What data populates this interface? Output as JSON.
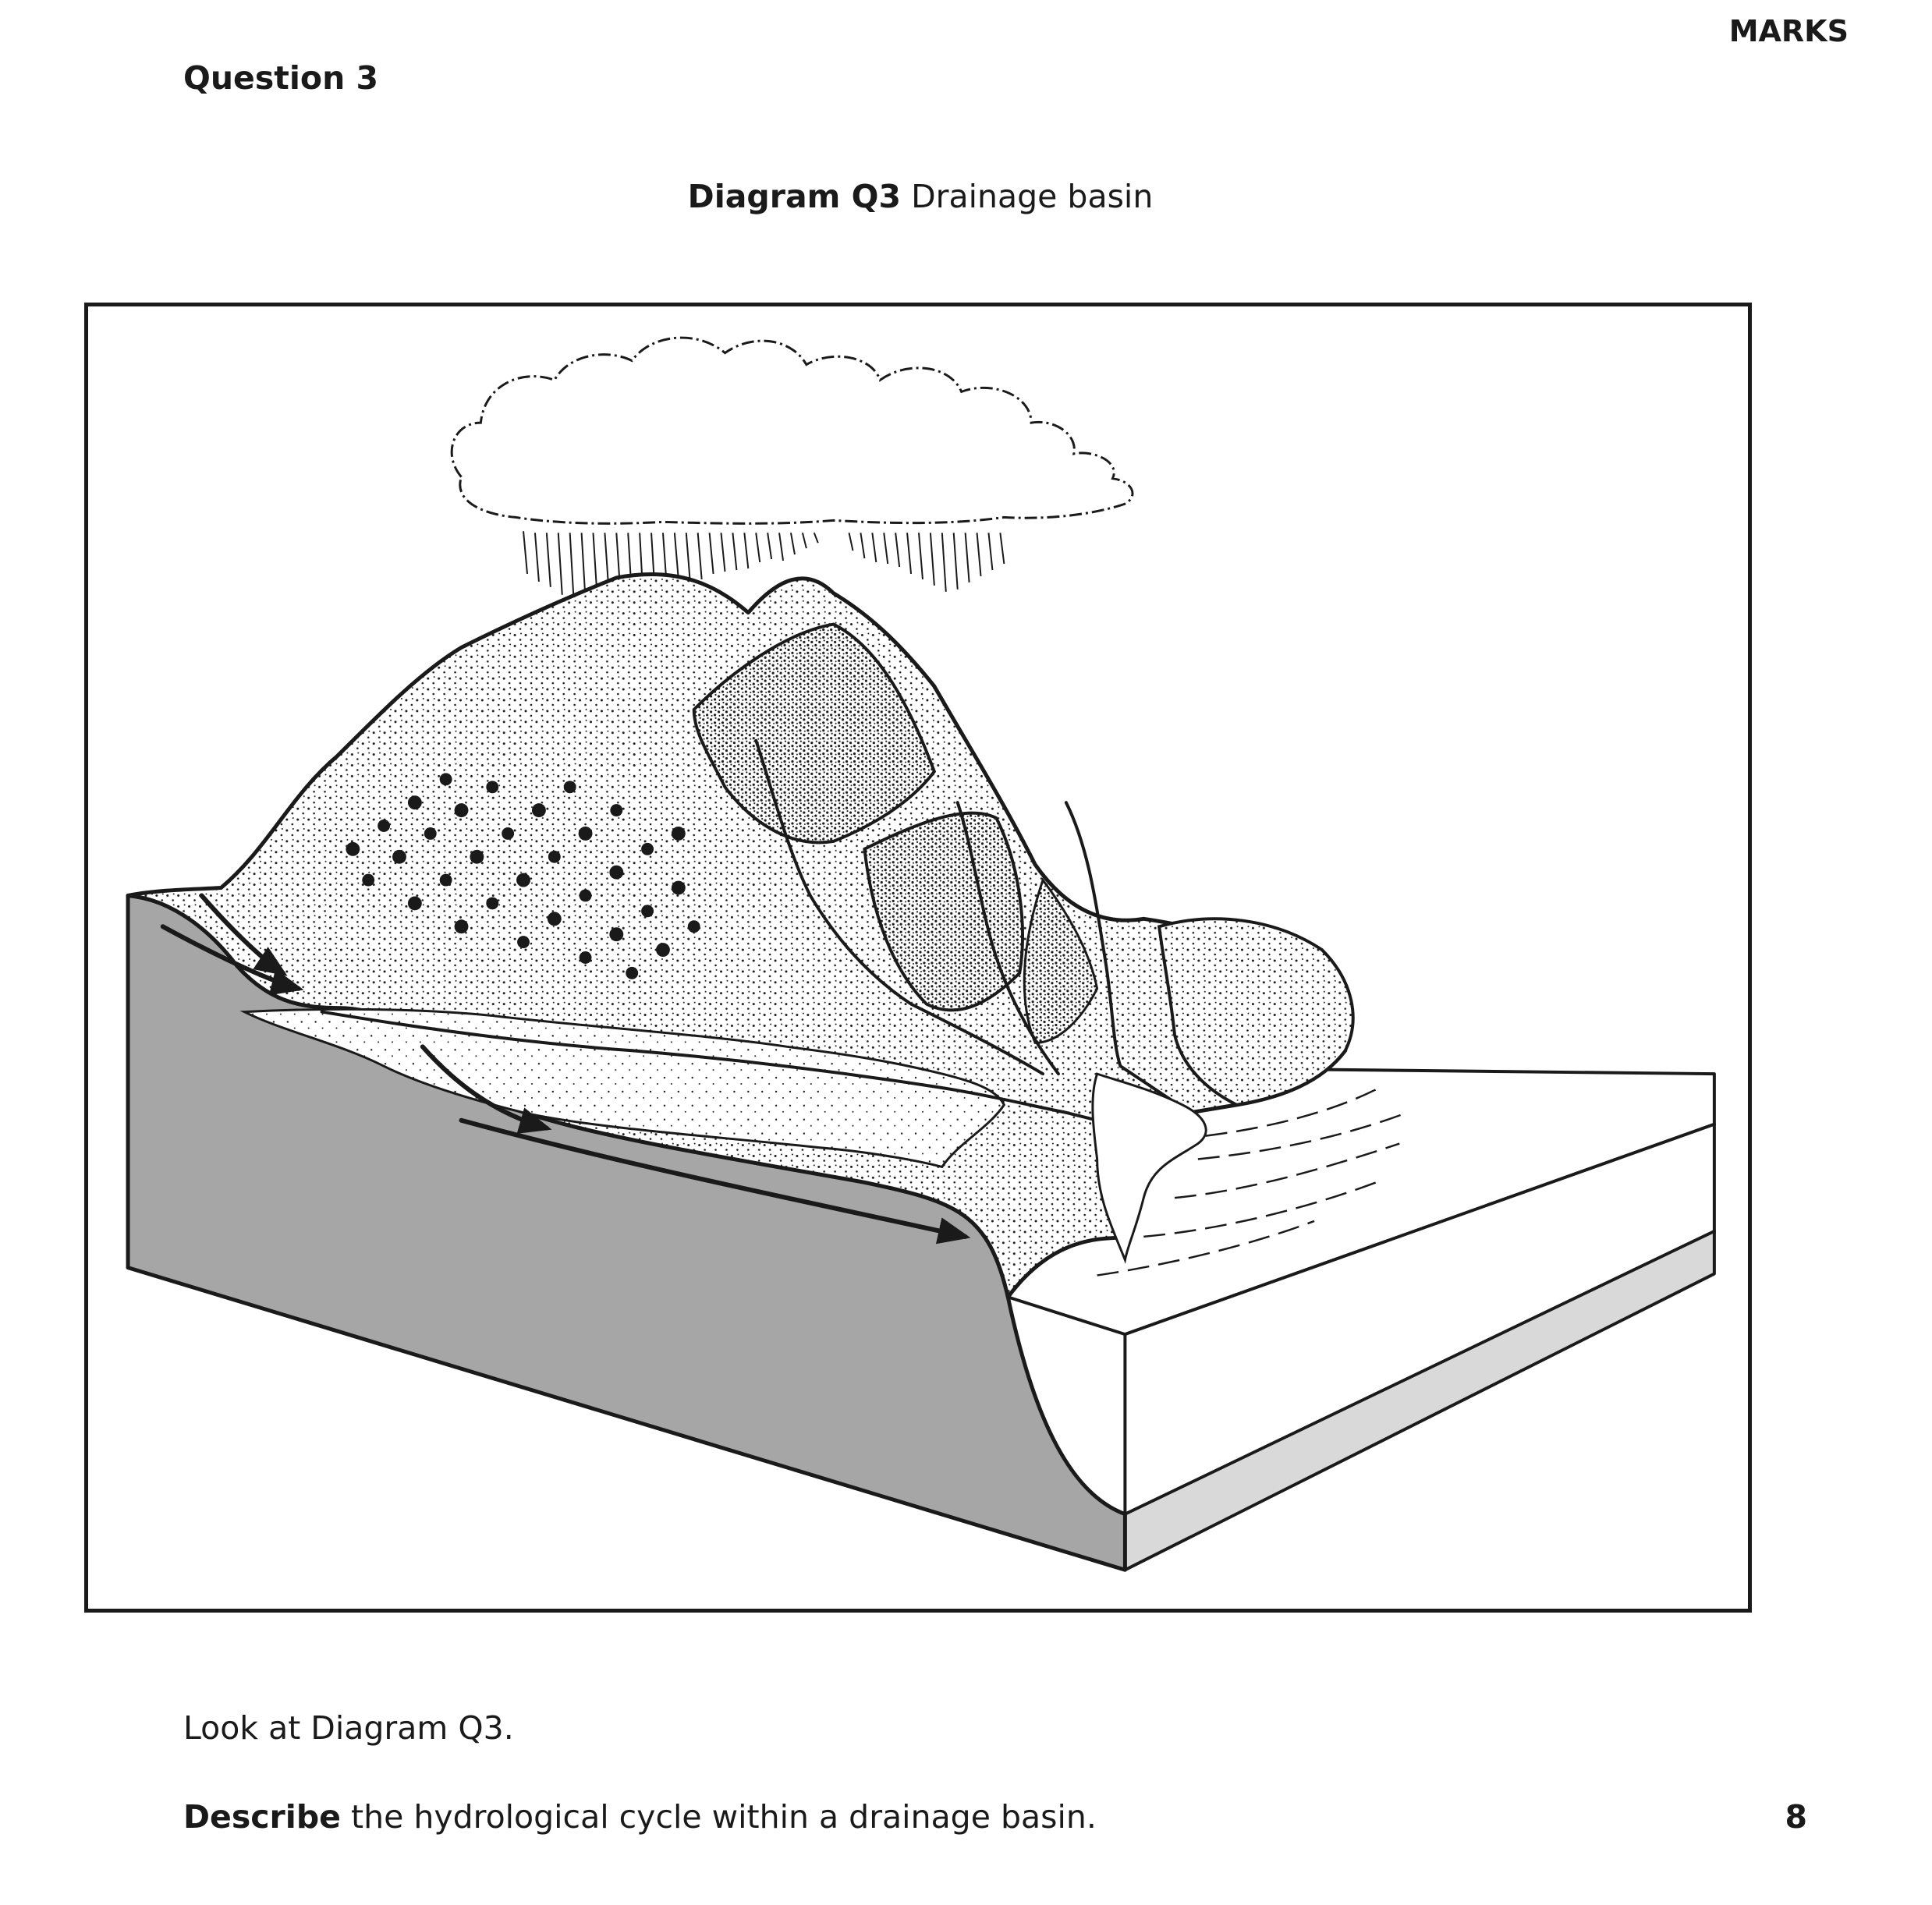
{
  "header": {
    "marks_label": "MARKS"
  },
  "question": {
    "title": "Question 3"
  },
  "diagram": {
    "caption_bold": "Diagram Q3",
    "caption_text": " Drainage basin"
  },
  "body": {
    "instruction": "Look at Diagram Q3.",
    "task_bold": "Describe",
    "task_text": " the hydrological cycle within a drainage basin.",
    "marks": "8"
  },
  "colors": {
    "ink": "#1a1a1a",
    "cross_section": "#a6a6a7",
    "sea_base": "#d9d9d9"
  }
}
